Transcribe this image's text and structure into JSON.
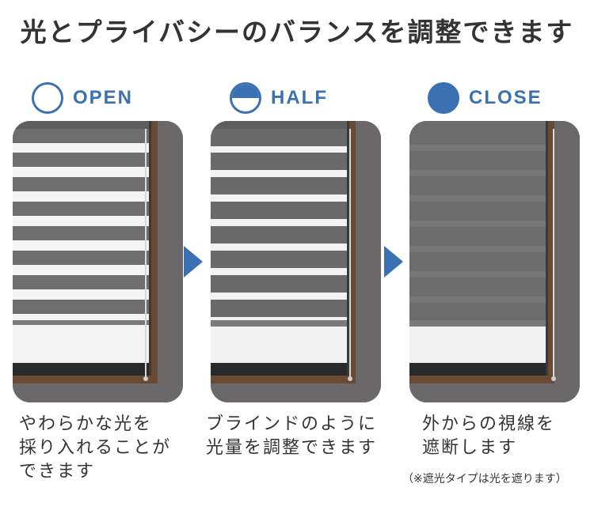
{
  "title": "光とプライバシーのバランスを調整できます",
  "states": [
    {
      "label": "OPEN",
      "icon": "empty-circle-icon",
      "caption": [
        "やわらかな光を",
        "採り入れることが",
        "できます"
      ]
    },
    {
      "label": "HALF",
      "icon": "half-circle-icon",
      "caption": [
        "ブラインドのように",
        "光量を調整できます"
      ]
    },
    {
      "label": "CLOSE",
      "icon": "full-circle-icon",
      "caption": [
        "外からの視線を",
        "遮断します"
      ]
    }
  ],
  "note": "（※遮光タイプは光を遮ります）",
  "colors": {
    "accent": "#3b71b3",
    "wall": "#6b6869",
    "frame": "#6a4a33",
    "blind": "#6c6c6c"
  }
}
